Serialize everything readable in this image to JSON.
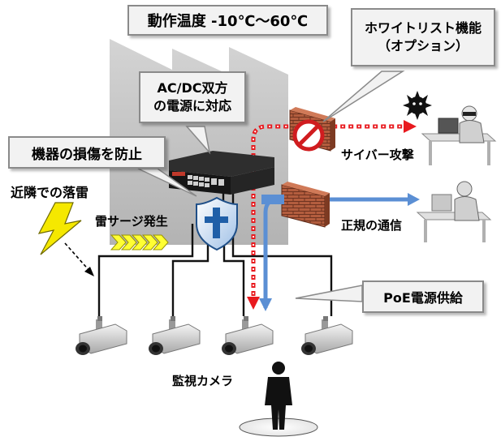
{
  "callouts": {
    "temperature": "動作温度 -10℃～60℃",
    "whitelist_line1": "ホワイトリスト機能",
    "whitelist_line2": "（オプション）",
    "power_line1": "AC/DC双方",
    "power_line2": "の電源に対応",
    "damage": "機器の損傷を防止",
    "poe": "PoE電源供給"
  },
  "labels": {
    "cyber_attack": "サイバー攻撃",
    "legit_comm": "正規の通信",
    "lightning_nearby": "近隣での落雷",
    "surge": "雷サージ発生",
    "cameras": "監視カメラ"
  },
  "colors": {
    "attack_path": "#e8191e",
    "legit_path": "#5b8fd4",
    "factory": "#c0c0c0",
    "brick": "#a8553a",
    "lightning": "#f5e800",
    "surge_arrows": "#ffff33",
    "shield": "#dbe9f7",
    "cross": "#1f5fa8"
  },
  "icons": [
    "factory-icon",
    "switch-icon",
    "shield-icon",
    "firewall-icon",
    "block-icon",
    "virus-icon",
    "attacker-icon",
    "user-icon",
    "lightning-icon",
    "camera-icon",
    "person-icon"
  ]
}
